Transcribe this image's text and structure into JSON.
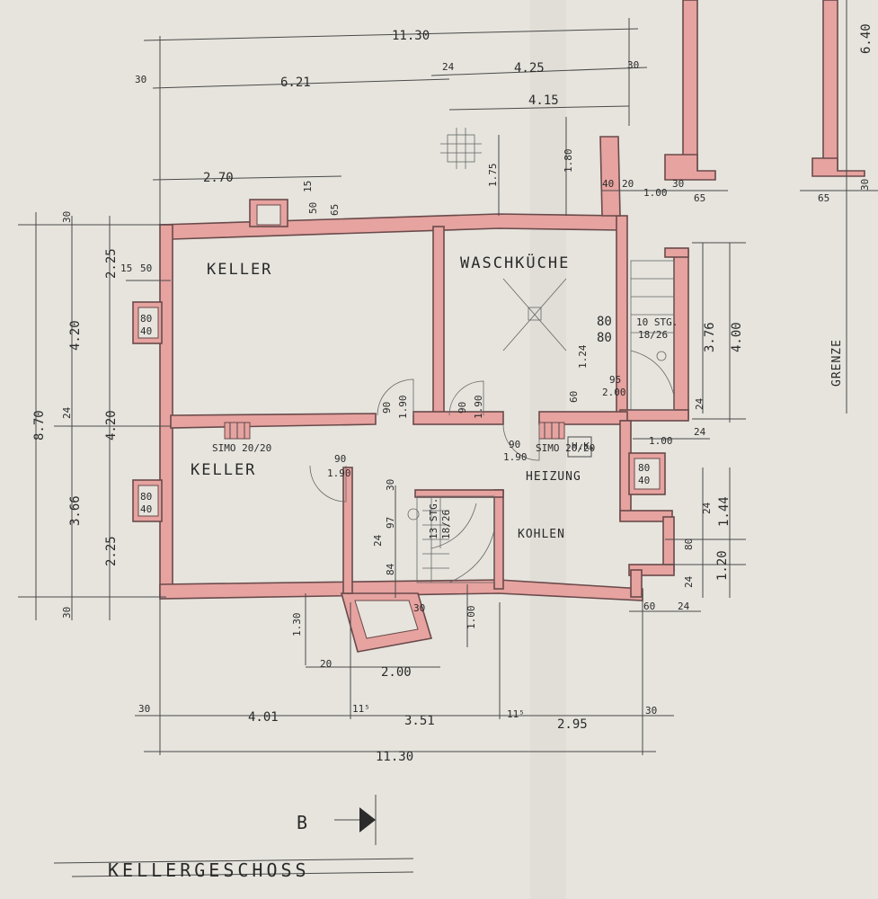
{
  "title": "KELLERGESCHOSS",
  "section_marker": "B",
  "rooms": {
    "keller_top": "KELLER",
    "keller_bottom": "KELLER",
    "waschkueche": "WASCHKÜCHE",
    "heizung": "HEIZUNG",
    "kohlen": "KOHLEN",
    "grenze": "GRENZE"
  },
  "notes": {
    "simo_left": "SIMO 20/20",
    "simo_right": "SIMO 20/20",
    "hk": "H.K.",
    "stair_top": "10 STG.",
    "stair_top_ratio": "18/26",
    "stair_bottom": "13 STG.",
    "stair_bottom_ratio": "18/26"
  },
  "dims": {
    "overall_top": "11.30",
    "overall_bottom": "11.30",
    "top_6_21": "6.21",
    "top_4_25": "4.25",
    "top_4_15": "4.15",
    "top_30a": "30",
    "top_24": "24",
    "top_30b": "30",
    "d_2_70": "2.70",
    "d_1_75": "1.75",
    "d_1_80": "1.80",
    "d_15": "15",
    "d_50": "50",
    "d_65": "65",
    "d_40": "40",
    "d_20": "20",
    "d_1_00a": "1.00",
    "d_30c": "30",
    "d_65b": "65",
    "d_65c": "65",
    "d_30d": "30",
    "d_6_40": "6.40",
    "left_8_70": "8.70",
    "left_30a": "30",
    "left_30b": "30",
    "left_2_25a": "2.25",
    "left_4_20a": "4.20",
    "left_4_20b": "4.20",
    "left_24": "24",
    "left_3_66": "3.66",
    "left_2_25b": "2.25",
    "left_15": "15",
    "left_50": "50",
    "win_top_80": "80",
    "win_top_40": "40",
    "win_bot_80": "80",
    "win_bot_40": "40",
    "win_right_80": "80",
    "win_right_40": "40",
    "door1_90": "90",
    "door1_190": "1.90",
    "door2_90": "90",
    "door2_190": "1.90",
    "door3_90": "90",
    "door3_190": "1.90",
    "door4_90": "90",
    "door4_190": "1.90",
    "w_80a": "80",
    "w_80b": "80",
    "d_1_24": "1.24",
    "d_60": "60",
    "d_95": "95",
    "d_2_00a": "2.00",
    "r_3_76": "3.76",
    "r_4_00": "4.00",
    "r_24a": "24",
    "r_1_00": "1.00",
    "r_24b": "24",
    "r_1_44": "1.44",
    "r_24c": "24",
    "r_80": "80",
    "r_24d": "24",
    "r_1_20": "1.20",
    "s_30": "30",
    "s_97": "97",
    "s_24": "24",
    "s_84": "84",
    "b_1_30": "1.30",
    "b_30": "30",
    "b_1_00": "1.00",
    "b_20": "20",
    "b_2_00": "2.00",
    "b_60": "60",
    "b_24": "24",
    "bot_30a": "30",
    "bot_4_01": "4.01",
    "bot_11_5a": "11⁵",
    "bot_3_51": "3.51",
    "bot_11_5b": "11⁵",
    "bot_2_95": "2.95",
    "bot_30b": "30"
  },
  "colors": {
    "wall": "#e6a3a0",
    "paper": "#e6e4dd",
    "ink": "#2b2b2b"
  }
}
